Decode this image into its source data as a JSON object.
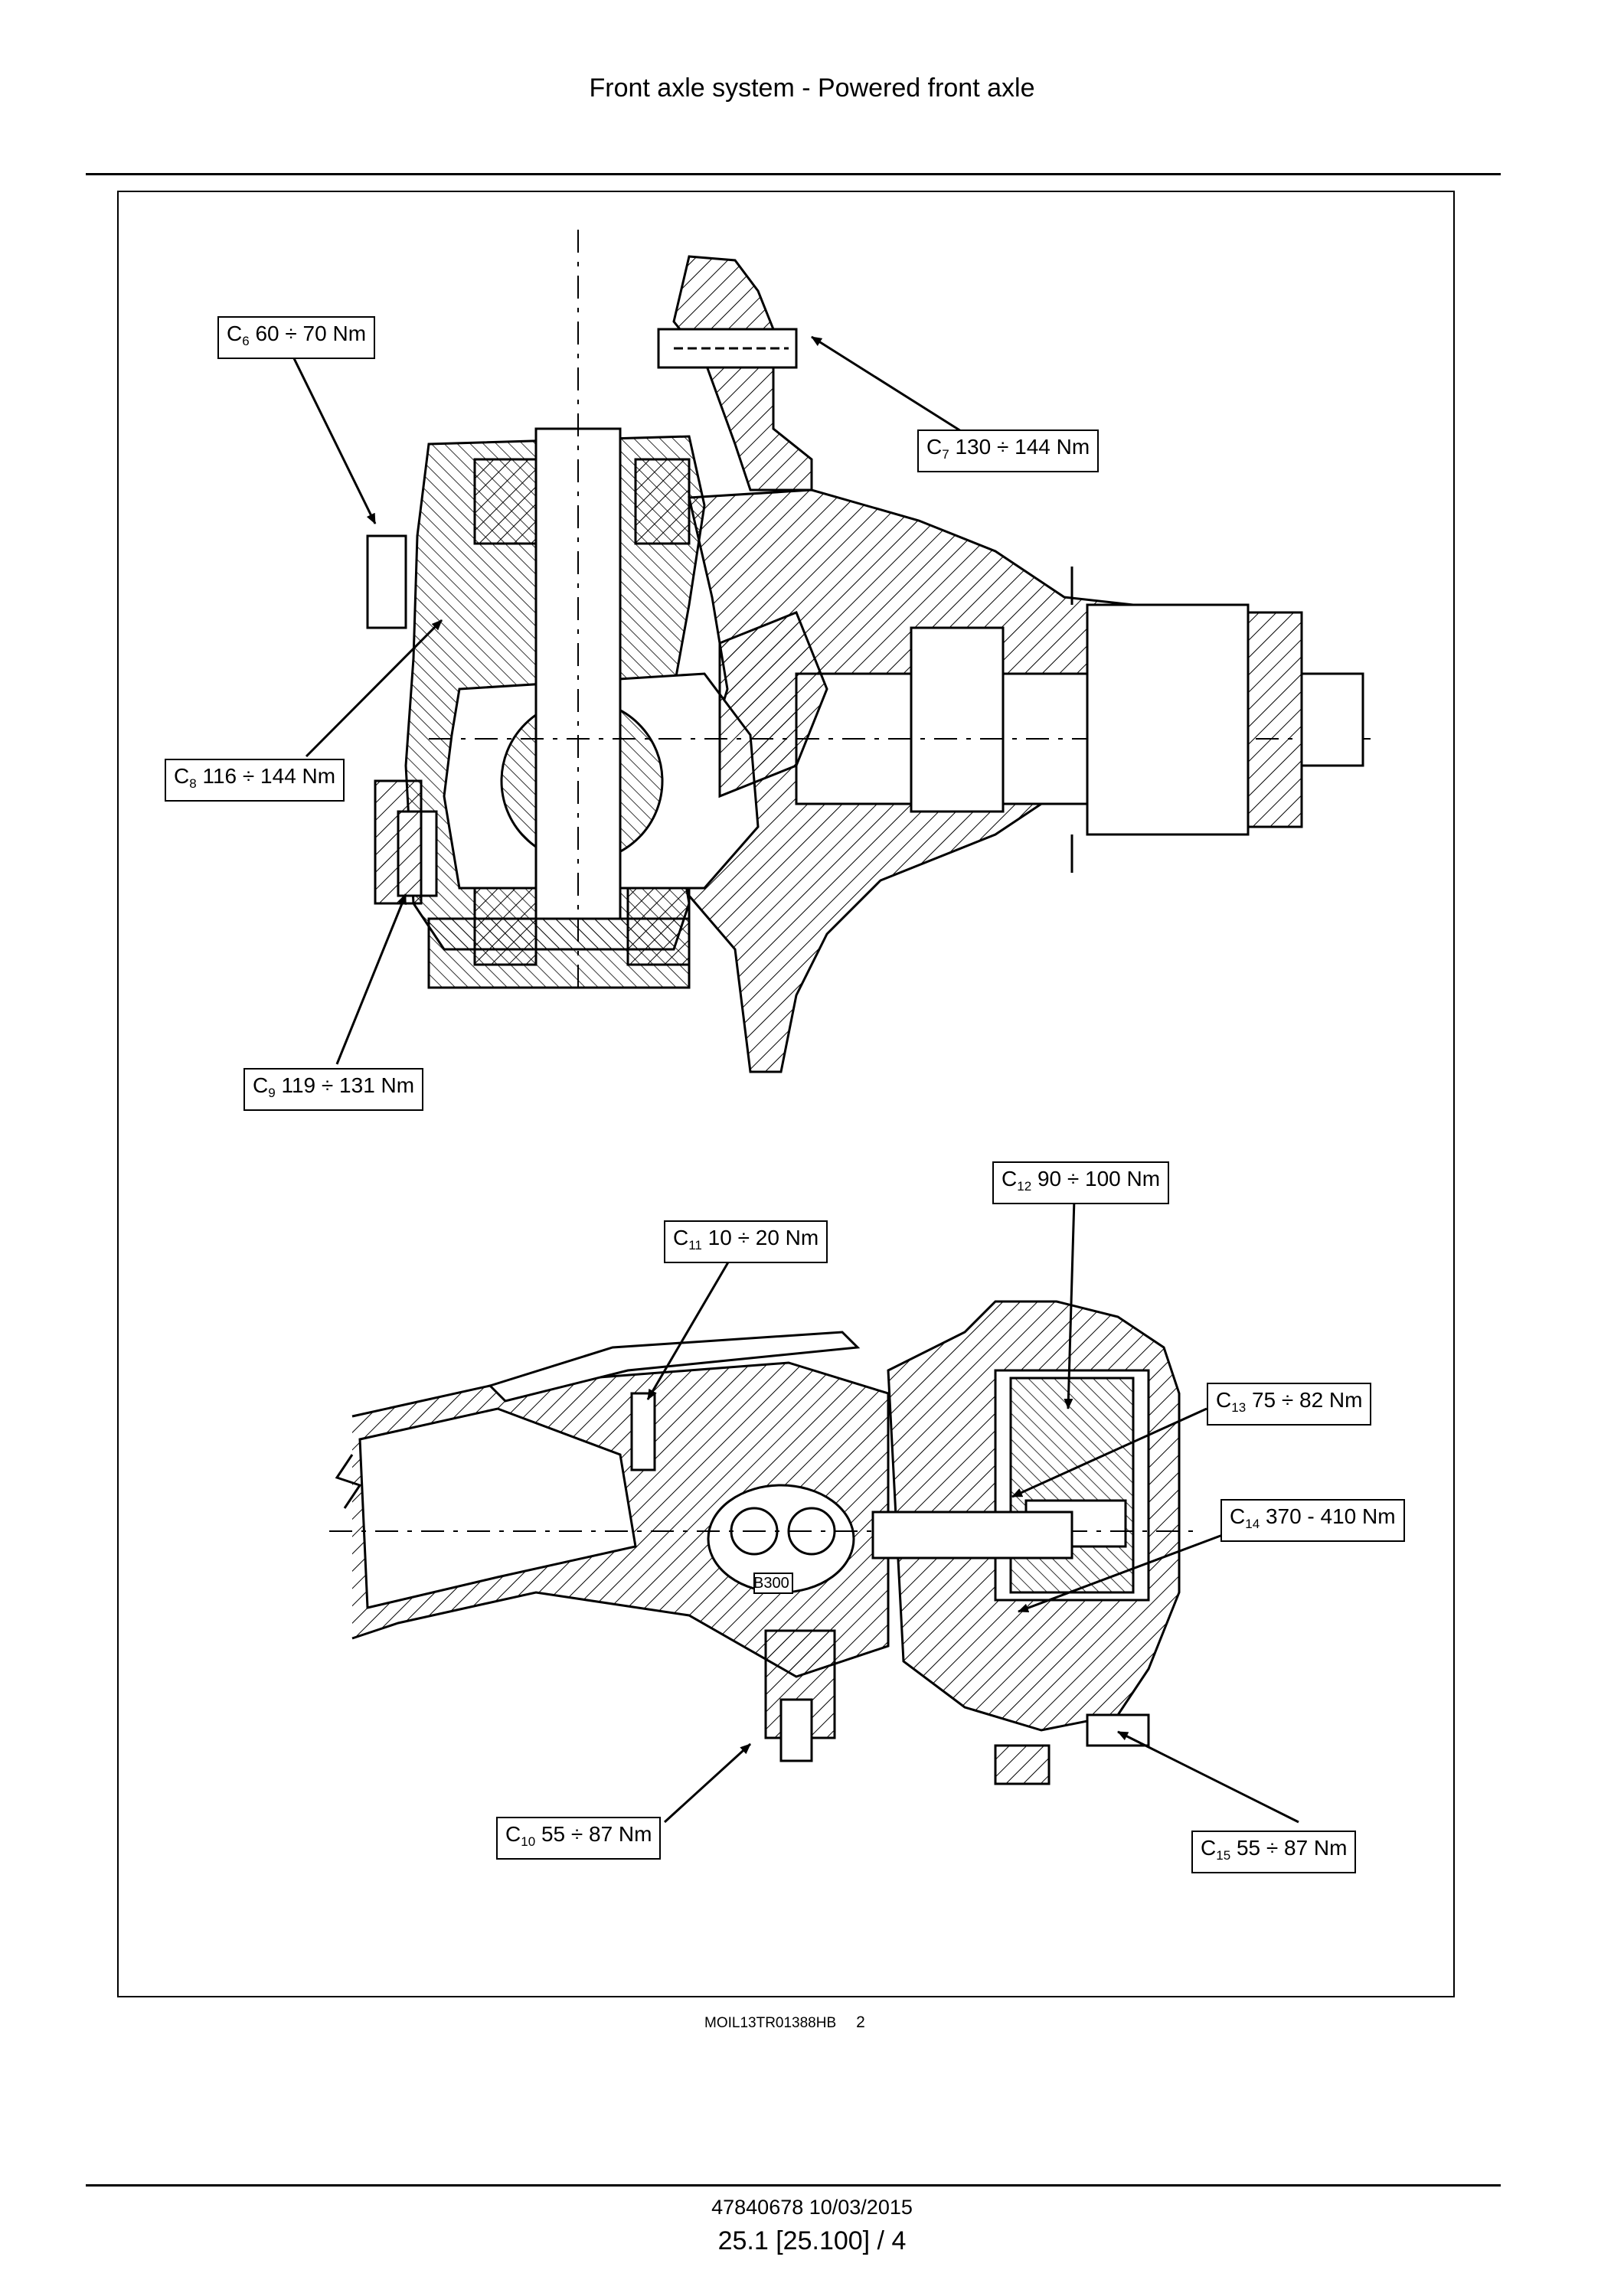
{
  "header": {
    "title": "Front axle system - Powered front axle"
  },
  "figure": {
    "id": "MOIL13TR01388HB",
    "number": "2",
    "part_labels": {
      "B300": "B300"
    },
    "callouts": [
      {
        "code": "C",
        "index": "6",
        "torque": "60 ÷ 70 Nm"
      },
      {
        "code": "C",
        "index": "7",
        "torque": "130 ÷ 144 Nm"
      },
      {
        "code": "C",
        "index": "8",
        "torque": "116 ÷ 144 Nm"
      },
      {
        "code": "C",
        "index": "9",
        "torque": "119 ÷ 131 Nm"
      },
      {
        "code": "C",
        "index": "11",
        "torque": "10 ÷ 20 Nm"
      },
      {
        "code": "C",
        "index": "12",
        "torque": "90 ÷ 100 Nm"
      },
      {
        "code": "C",
        "index": "13",
        "torque": "75 ÷ 82 Nm"
      },
      {
        "code": "C",
        "index": "14",
        "torque": "370 - 410 Nm"
      },
      {
        "code": "C",
        "index": "10",
        "torque": "55 ÷ 87 Nm"
      },
      {
        "code": "C",
        "index": "15",
        "torque": "55 ÷ 87 Nm"
      }
    ]
  },
  "footer": {
    "doc_number": "47840678 10/03/2015",
    "page_ref": "25.1 [25.100] / 4"
  }
}
